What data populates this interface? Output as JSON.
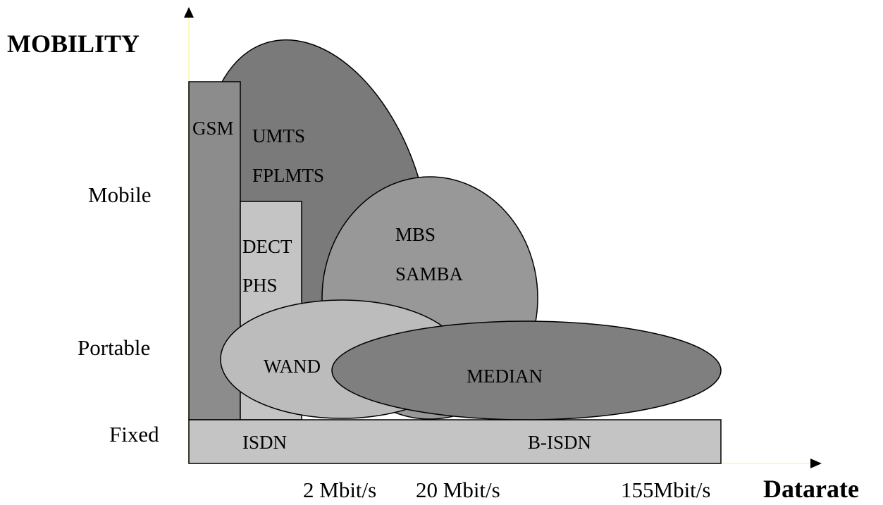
{
  "axes": {
    "y_title": "MOBILITY",
    "x_title": "Datarate",
    "y_levels": [
      "Mobile",
      "Portable",
      "Fixed"
    ],
    "x_ticks": [
      "2 Mbit/s",
      "20 Mbit/s",
      "155Mbit/s"
    ]
  },
  "systems": {
    "gsm": "GSM",
    "umts": "UMTS",
    "fplmts": "FPLMTS",
    "dect": "DECT",
    "phs": "PHS",
    "mbs": "MBS",
    "samba": "SAMBA",
    "wand": "WAND",
    "median": "MEDIAN",
    "isdn": "ISDN",
    "b_isdn": "B-ISDN"
  },
  "colors": {
    "axis_line": "#fff7c0",
    "gsm_fill": "#8c8c8c",
    "umts_fill": "#7a7a7a",
    "dect_fill": "#c4c4c4",
    "mbs_fill": "#989898",
    "wand_fill": "#bcbcbc",
    "median_fill": "#7f7f7f",
    "isdn_fill": "#c4c4c4"
  }
}
